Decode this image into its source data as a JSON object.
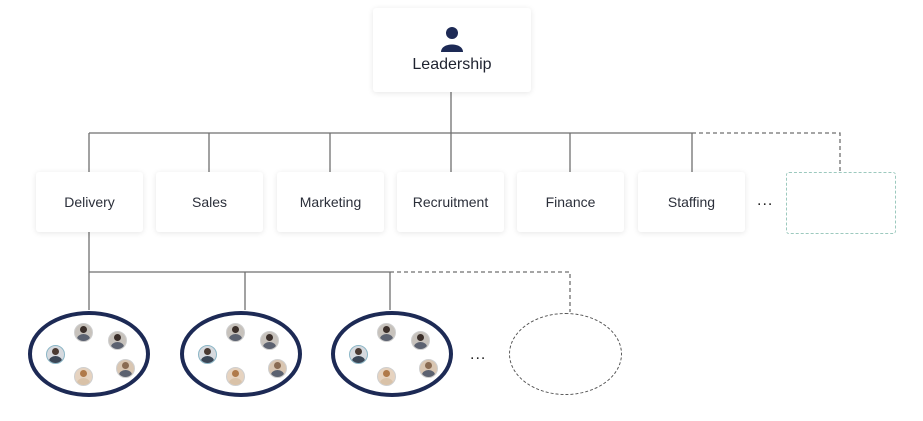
{
  "root": {
    "label": "Leadership",
    "icon": "person-icon"
  },
  "departments": [
    {
      "label": "Delivery"
    },
    {
      "label": "Sales"
    },
    {
      "label": "Marketing"
    },
    {
      "label": "Recruitment"
    },
    {
      "label": "Finance"
    },
    {
      "label": "Staffing"
    }
  ],
  "more_departments": "...",
  "more_teams": "...",
  "colors": {
    "line": "#6f6f6f",
    "team_border": "#1d2a55",
    "icon": "#1d2a55",
    "placeholder_border": "#9cc9be"
  }
}
